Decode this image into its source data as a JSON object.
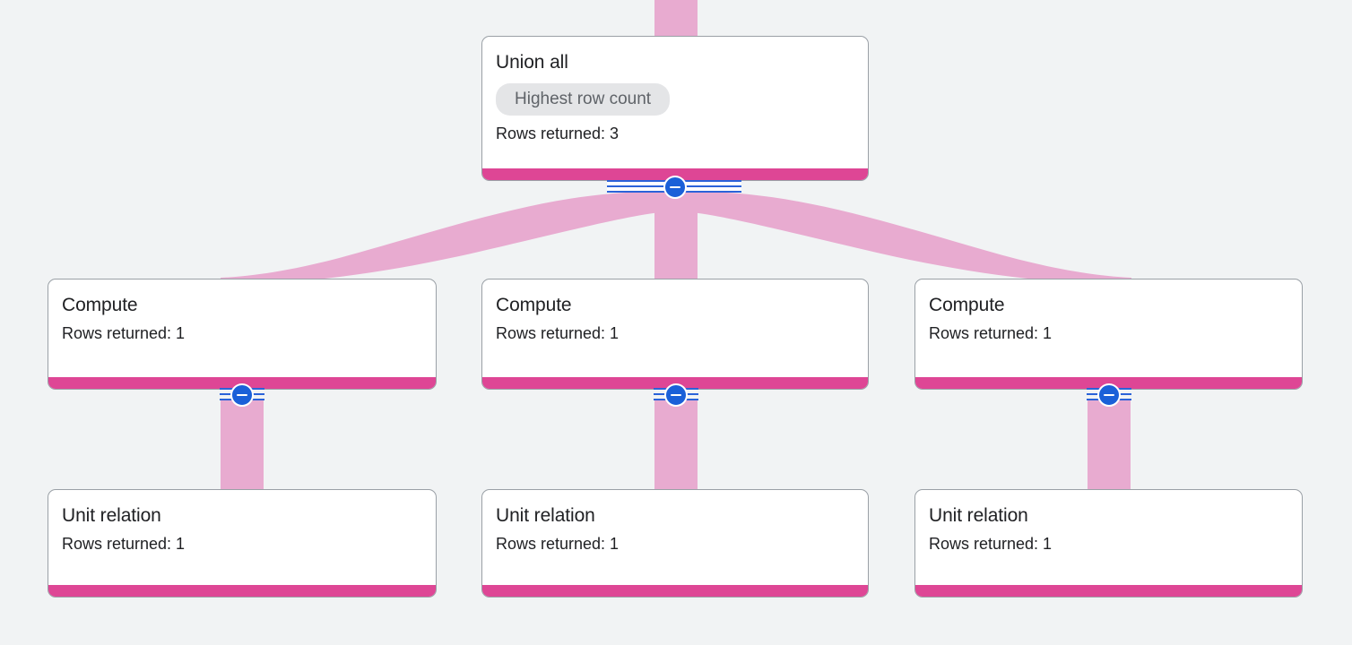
{
  "diagram": {
    "type": "query-execution-plan-tree",
    "background_color": "#f1f3f4",
    "accent_color": "#de4695",
    "ribbon_color": "#e8abd0",
    "button_color": "#1a60d8",
    "rows_label_prefix": "Rows returned: ",
    "nodes": [
      {
        "id": "union-all",
        "title": "Union all",
        "badge": "Highest row count",
        "rows_returned": "3",
        "rows_text": "Rows returned: 3",
        "collapsible": true,
        "level": 0
      },
      {
        "id": "compute-1",
        "title": "Compute",
        "badge": null,
        "rows_returned": "1",
        "rows_text": "Rows returned: 1",
        "collapsible": true,
        "level": 1
      },
      {
        "id": "compute-2",
        "title": "Compute",
        "badge": null,
        "rows_returned": "1",
        "rows_text": "Rows returned: 1",
        "collapsible": true,
        "level": 1
      },
      {
        "id": "compute-3",
        "title": "Compute",
        "badge": null,
        "rows_returned": "1",
        "rows_text": "Rows returned: 1",
        "collapsible": true,
        "level": 1
      },
      {
        "id": "unit-relation-1",
        "title": "Unit relation",
        "badge": null,
        "rows_returned": "1",
        "rows_text": "Rows returned: 1",
        "collapsible": false,
        "level": 2
      },
      {
        "id": "unit-relation-2",
        "title": "Unit relation",
        "badge": null,
        "rows_returned": "1",
        "rows_text": "Rows returned: 1",
        "collapsible": false,
        "level": 2
      },
      {
        "id": "unit-relation-3",
        "title": "Unit relation",
        "badge": null,
        "rows_returned": "1",
        "rows_text": "Rows returned: 1",
        "collapsible": false,
        "level": 2
      }
    ],
    "edges": [
      {
        "from": "union-all",
        "to": "compute-1"
      },
      {
        "from": "union-all",
        "to": "compute-2"
      },
      {
        "from": "union-all",
        "to": "compute-3"
      },
      {
        "from": "compute-1",
        "to": "unit-relation-1"
      },
      {
        "from": "compute-2",
        "to": "unit-relation-2"
      },
      {
        "from": "compute-3",
        "to": "unit-relation-3"
      }
    ]
  }
}
